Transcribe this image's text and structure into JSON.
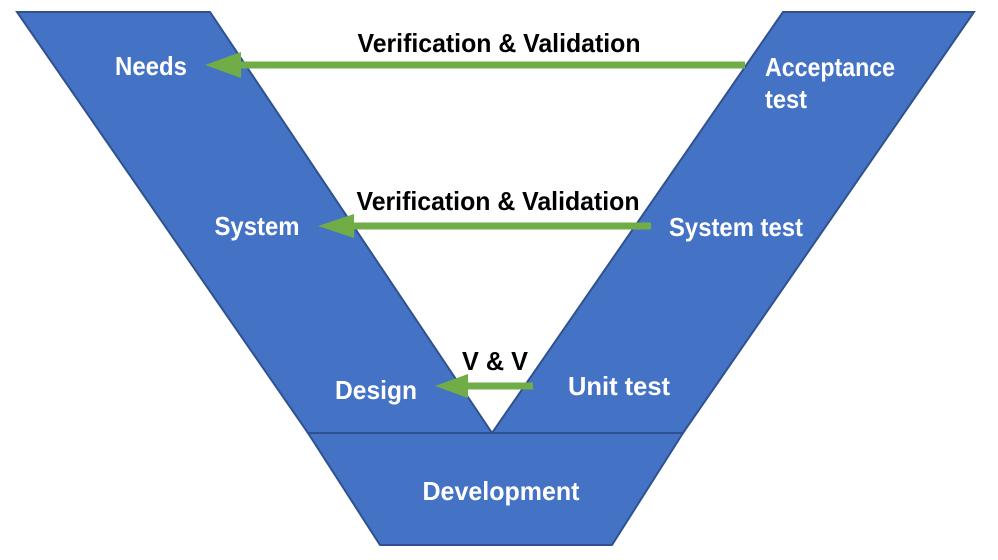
{
  "colors": {
    "shape_fill": "#4472C4",
    "shape_stroke": "#2F528F",
    "arrow_green": "#70AD47",
    "label_on_shape": "#FFFFFF",
    "annotation_text": "#000000",
    "background": "#FFFFFF"
  },
  "left_branch": {
    "needs": "Needs",
    "system": "System",
    "design": "Design"
  },
  "right_branch": {
    "acceptance_line1": "Acceptance",
    "acceptance_line2": "test",
    "system_test": "System test",
    "unit_test": "Unit test"
  },
  "base": {
    "development": "Development"
  },
  "arrows": {
    "top_label": "Verification & Validation",
    "middle_label": "Verification & Validation",
    "bottom_label": "V & V"
  }
}
